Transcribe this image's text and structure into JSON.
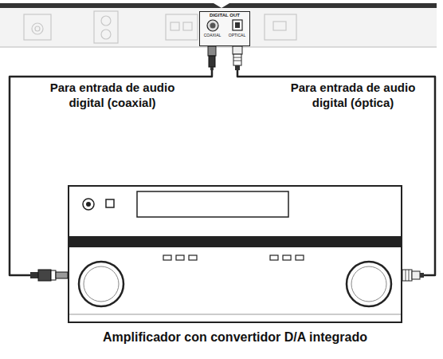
{
  "diagram": {
    "nodes": [
      {
        "text": [
          "DIGITAL OUT",
          "COAXIAL",
          "OPTICAL"
        ]
      },
      {
        "text": [
          "Amplificador con convertidor D/A integrado"
        ]
      }
    ],
    "edges": [
      {
        "from": 0,
        "to": 1,
        "arrow": "none",
        "label": "Para entrada de audio digital (coaxial)"
      },
      {
        "from": 0,
        "to": 1,
        "arrow": "none",
        "label": "Para entrada de audio digital (óptica)"
      }
    ]
  }
}
